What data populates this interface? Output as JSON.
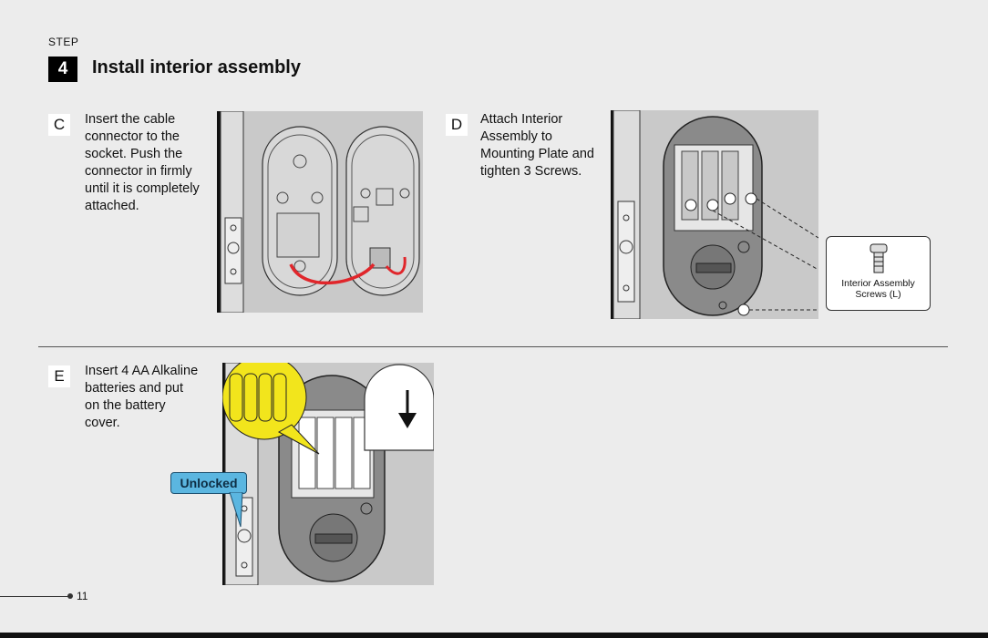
{
  "header": {
    "step_word": "STEP",
    "step_number": "4",
    "title": "Install interior assembly"
  },
  "sections": {
    "c": {
      "letter": "C",
      "lines": [
        "Insert the cable",
        "connector to the",
        "socket. Push the",
        "connector in firmly",
        "until it is completely",
        "attached."
      ]
    },
    "d": {
      "letter": "D",
      "lines": [
        "Attach Interior",
        "Assembly to",
        "Mounting Plate and",
        "tighten 3 Screws."
      ],
      "callout_lines": [
        "Interior Assembly",
        "Screws (L)"
      ]
    },
    "e": {
      "letter": "E",
      "lines": [
        "Insert 4 AA Alkaline",
        "batteries and put",
        "on the battery",
        "cover."
      ],
      "badge": "Unlocked"
    }
  },
  "footer": {
    "page_number": "11"
  },
  "colors": {
    "cable": "#e0262b",
    "badge_fill": "#5bb6e0",
    "battery_highlight": "#f2e51c",
    "illustration_bg": "#c9c9c9"
  }
}
